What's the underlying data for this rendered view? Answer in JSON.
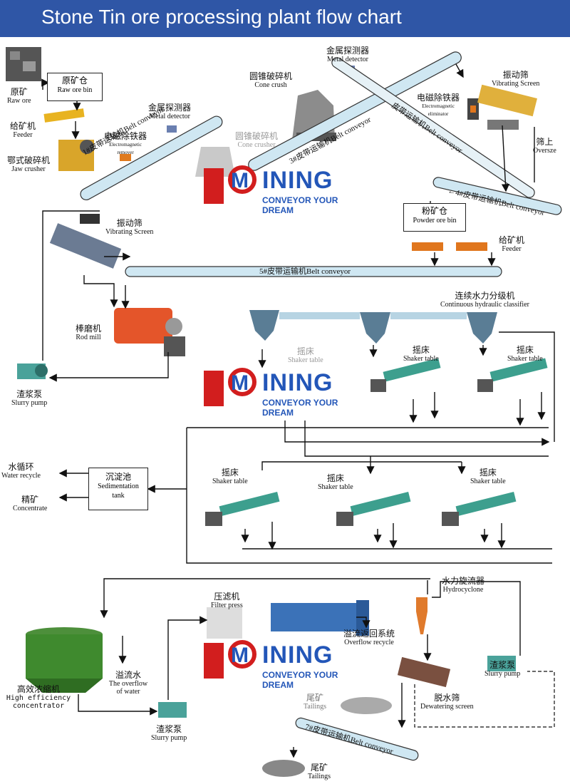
{
  "title": "Stone Tin ore processing plant  flow chart",
  "logo": {
    "word": "INING",
    "letter": "M",
    "tagline": "CONVEYOR YOUR DREAM"
  },
  "colors": {
    "header": "#2f56a6",
    "logo_blue": "#2356b8",
    "logo_red": "#d21e1e",
    "belt": "#cfe7f2"
  },
  "labels": {
    "raw_ore": {
      "zh": "原矿",
      "en": "Raw ore"
    },
    "raw_ore_bin": {
      "zh": "原矿仓",
      "en": "Raw ore bin"
    },
    "feeder1": {
      "zh": "给矿机",
      "en": "Feeder"
    },
    "jaw_crusher": {
      "zh": "鄂式破碎机",
      "en": "Jaw crusher"
    },
    "metal_detector1": {
      "zh": "金属探测器",
      "en": "Metal detector"
    },
    "electromagnet1": {
      "zh": "电磁除铁器",
      "en": "Electromagnetic remover"
    },
    "cone_crush_ghost": {
      "zh": "圆锥破碎机",
      "en": "Cone crusher"
    },
    "metal_detector2": {
      "zh": "金属探测器",
      "en": "Metal detector"
    },
    "cone_crush": {
      "zh": "圆锥破碎机",
      "en": "Cone crush"
    },
    "electromagnet2": {
      "zh": "电磁除铁器",
      "en": "Electromagnetic eliminator"
    },
    "vibrating_screen1": {
      "zh": "振动筛",
      "en": "Vibrating Screen"
    },
    "oversize": {
      "zh": "筛上",
      "en": "Oversze"
    },
    "powder_ore_bin": {
      "zh": "粉矿仓",
      "en": "Powder ore bin"
    },
    "feeder2": {
      "zh": "给矿机",
      "en": "Feeder"
    },
    "vibrating_screen2": {
      "zh": "振动筛",
      "en": "Vibrating Screen"
    },
    "rod_mill": {
      "zh": "棒磨机",
      "en": "Rod mill"
    },
    "slurry_pump1": {
      "zh": "渣浆泵",
      "en": "Slurry pump"
    },
    "hydraulic_classifier": {
      "zh": "连续水力分级机",
      "en": "Continuous hydraulic classifier"
    },
    "shaker_ghost": {
      "zh": "摇床",
      "en": "Shaker table"
    },
    "shaker1": {
      "zh": "摇床",
      "en": "Shaker table"
    },
    "shaker2": {
      "zh": "摇床",
      "en": "Shaker table"
    },
    "water_recycle": {
      "zh": "水循环",
      "en": "Water recycle"
    },
    "concentrate": {
      "zh": "精矿",
      "en": "Concentrate"
    },
    "sedimentation_tank": {
      "zh": "沉淀池",
      "en": "Sedimentation tank"
    },
    "shaker3": {
      "zh": "摇床",
      "en": "Shaker table"
    },
    "shaker4": {
      "zh": "摇床",
      "en": "Shaker table"
    },
    "shaker5": {
      "zh": "摇床",
      "en": "Shaker table"
    },
    "hydrocyclone": {
      "zh": "水力旋流器",
      "en": "Hydrocyclone"
    },
    "filter_press": {
      "zh": "压滤机",
      "en": "Filter press"
    },
    "overflow_recycle": {
      "zh": "溢流返回系统",
      "en": "Overflow recycle"
    },
    "concentrator": {
      "zh": "高效浓缩机",
      "en": "High efficiency concentrator"
    },
    "overflow_water": {
      "zh": "溢流水",
      "en": "The overflow of water"
    },
    "slurry_pump2": {
      "zh": "渣浆泵",
      "en": "Slurry pump"
    },
    "slurry_pump3": {
      "zh": "渣浆泵",
      "en": "Slurry pump"
    },
    "tailings1": {
      "zh": "尾矿",
      "en": "Tailings"
    },
    "dewatering_screen": {
      "zh": "脱水筛",
      "en": "Dewatering screen"
    },
    "tailings2": {
      "zh": "尾矿",
      "en": "Tailings"
    }
  },
  "belts": {
    "b1": "1#皮带运输机Belt conveyor",
    "b3": "3#皮带运输机Belt conveyor",
    "b3b": "皮带运输机Belt conveyor",
    "b4": "←4#皮带运输机Belt conveyor",
    "b5": "5#皮带运输机Belt conveyor",
    "b7": "7#皮带运输机Belt conveyor"
  }
}
